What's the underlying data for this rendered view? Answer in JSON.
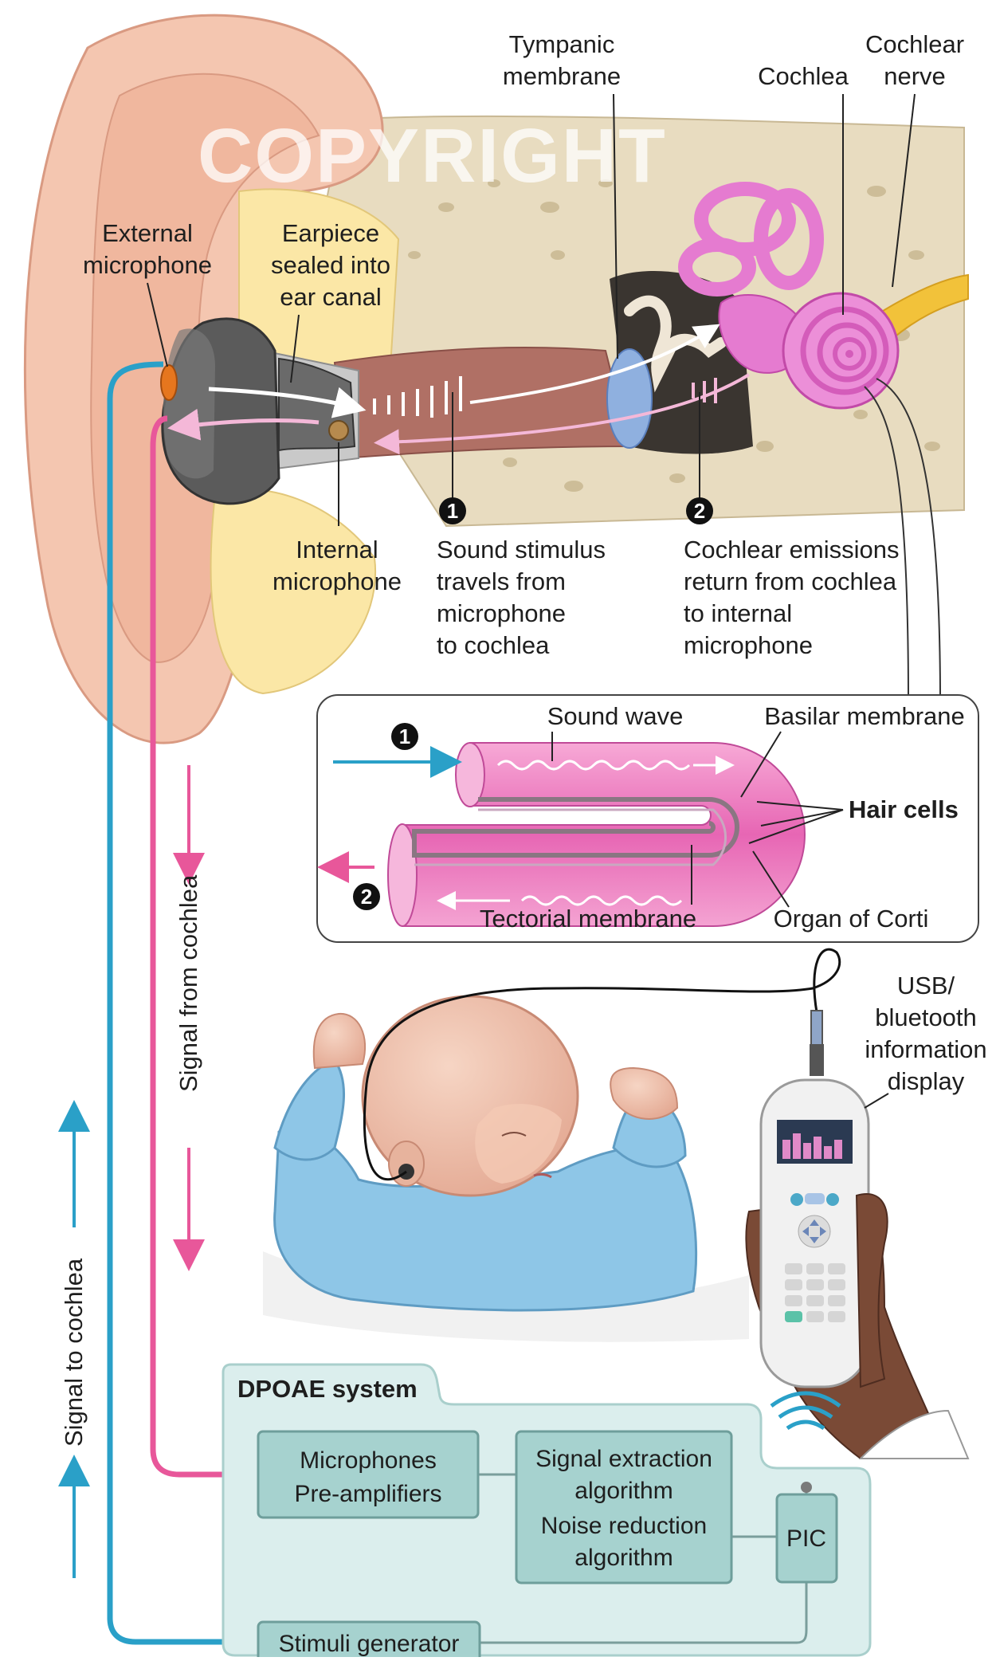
{
  "watermark": "COPYRIGHT",
  "ear_labels": {
    "tympanic_membrane": [
      "Tympanic",
      "membrane"
    ],
    "cochlea": "Cochlea",
    "cochlear_nerve": [
      "Cochlear",
      "nerve"
    ],
    "external_microphone": [
      "External",
      "microphone"
    ],
    "earpiece": [
      "Earpiece",
      "sealed into",
      "ear canal"
    ],
    "internal_microphone": [
      "Internal",
      "microphone"
    ]
  },
  "steps": [
    {
      "number": "1",
      "text": [
        "Sound stimulus",
        "travels from",
        "microphone",
        "to cochlea"
      ]
    },
    {
      "number": "2",
      "text": [
        "Cochlear emissions",
        "return from cochlea",
        "to internal",
        "microphone"
      ]
    }
  ],
  "inset": {
    "sound_wave": "Sound wave",
    "basilar_membrane": "Basilar membrane",
    "hair_cells": "Hair cells",
    "tectorial_membrane": "Tectorial membrane",
    "organ_of_corti": "Organ of Corti",
    "marker_in": "1",
    "marker_out": "2"
  },
  "device_label": [
    "USB/",
    "bluetooth",
    "information",
    "display"
  ],
  "signals": {
    "from_cochlea": "Signal from cochlea",
    "to_cochlea": "Signal to cochlea"
  },
  "system": {
    "title": "DPOAE system",
    "microphones": [
      "Microphones",
      "Pre-amplifiers"
    ],
    "algorithms": [
      "Signal extraction",
      "algorithm",
      "Noise reduction",
      "algorithm"
    ],
    "pic": "PIC",
    "stimuli": "Stimuli generator"
  },
  "colors": {
    "blue_signal": "#2aa0c8",
    "pink_signal": "#e8579a",
    "system_fill": "#dbeeed",
    "box_fill": "#a6d2cf",
    "box_stroke": "#6e9e9b",
    "cochlea_pink": "#e57bd0"
  }
}
